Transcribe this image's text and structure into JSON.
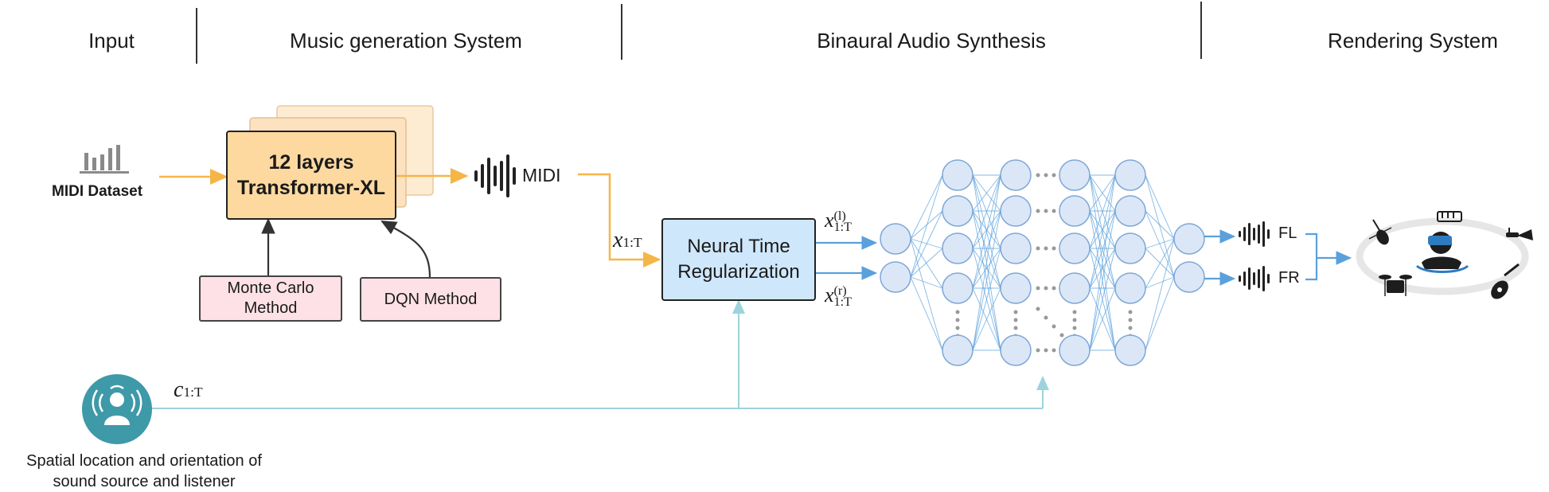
{
  "headers": {
    "input": "Input",
    "music": "Music generation System",
    "binaural": "Binaural Audio Synthesis",
    "rendering": "Rendering System"
  },
  "left": {
    "dataset_label": "MIDI Dataset",
    "transformer_line1": "12 layers",
    "transformer_line2": "Transformer-XL",
    "midi_label": "MIDI",
    "monte_carlo_line1": "Monte Carlo",
    "monte_carlo_line2": "Method",
    "dqn": "DQN Method"
  },
  "middle": {
    "ntr_line1": "Neural Time",
    "ntr_line2": "Regularization",
    "x_base": "x",
    "x_sub": "1:T",
    "xl_sup": "(l)",
    "xr_sup": "(r)",
    "c_base": "c",
    "c_sub": "1:T"
  },
  "right": {
    "fl": "FL",
    "fr": "FR"
  },
  "bottom": {
    "caption_line1": "Spatial location and orientation of",
    "caption_line2": "sound source and listener"
  },
  "colors": {
    "orange": "#f5b648",
    "transformer_fill": "#fdd9a0",
    "pink_fill": "#fde1e6",
    "blue_fill": "#cfe7fb",
    "node_fill": "#dbe7f7",
    "node_stroke": "#7fa7d6",
    "edge": "#5aa0dc",
    "teal": "#9dd3dc",
    "icon_teal": "#3e99a8"
  }
}
